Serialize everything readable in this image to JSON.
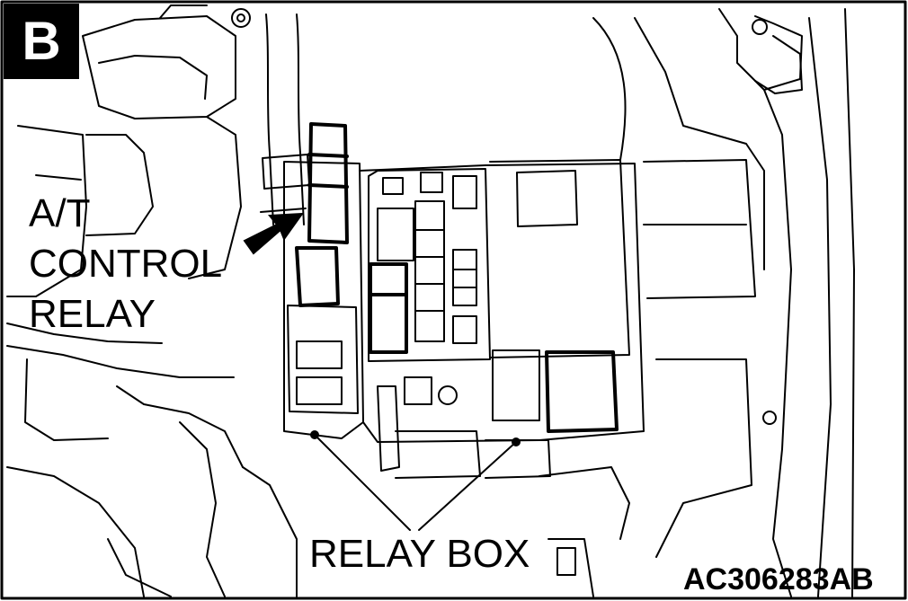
{
  "figure": {
    "panel_letter": "B",
    "callout_target": {
      "line1": "A/T",
      "line2": "CONTROL",
      "line3": "RELAY"
    },
    "component_label": "RELAY BOX",
    "figure_id": "AC306283AB"
  },
  "colors": {
    "ink": "#000000",
    "paper": "#ffffff"
  }
}
